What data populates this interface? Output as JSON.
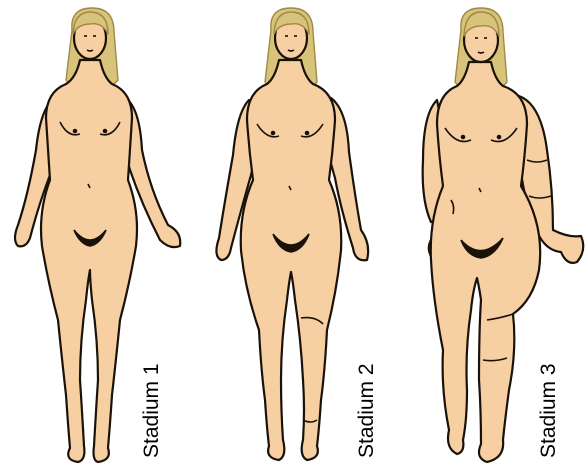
{
  "stages": [
    {
      "label": "Stadium 1"
    },
    {
      "label": "Stadium 2"
    },
    {
      "label": "Stadium 3"
    }
  ],
  "colors": {
    "skin": "#f6cfa2",
    "skin_shadow": "#e9b98a",
    "outline": "#1a1209",
    "hair": "#d8c37a",
    "hair_dark": "#a08a45",
    "background": "#ffffff"
  }
}
